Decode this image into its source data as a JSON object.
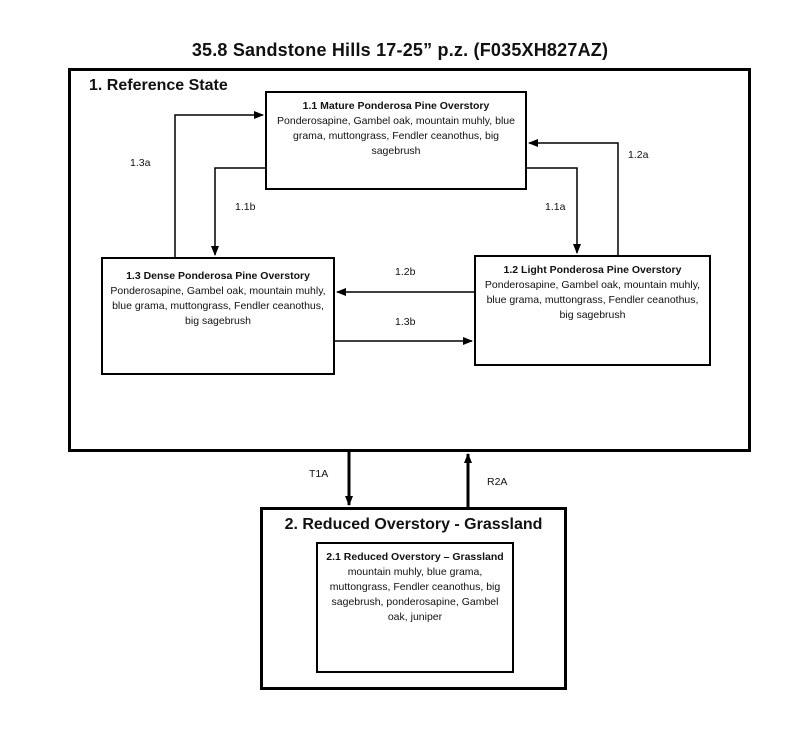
{
  "title": "35.8  Sandstone  Hills 17-25” p.z. (F035XH827AZ)",
  "states": {
    "reference": {
      "label": "1. Reference State"
    },
    "reduced": {
      "label": "2. Reduced Overstory - Grassland"
    }
  },
  "phases": {
    "p1_1": {
      "title": "1.1 Mature Ponderosa Pine Overstory",
      "species": "Ponderosapine, Gambel oak, mountain muhly, blue grama, muttongrass,  Fendler ceanothus, big sagebrush"
    },
    "p1_2": {
      "title": "1.2 Light Ponderosa Pine Overstory",
      "species": "Ponderosapine, Gambel oak, mountain muhly, blue grama, muttongrass, Fendler ceanothus, big sagebrush"
    },
    "p1_3": {
      "title": "1.3 Dense Ponderosa Pine Overstory",
      "species": "Ponderosapine, Gambel oak, mountain muhly, blue grama, muttongrass, Fendler ceanothus, big sagebrush"
    },
    "p2_1": {
      "title": "2.1 Reduced Overstory – Grassland",
      "species": "mountain muhly, blue grama, muttongrass, Fendler ceanothus, big sagebrush, ponderosapine, Gambel oak, juniper"
    }
  },
  "transitions": {
    "t1_3a": "1.3a",
    "t1_1b": "1.1b",
    "t1_1a": "1.1a",
    "t1_2a": "1.2a",
    "t1_2b": "1.2b",
    "t1_3b": "1.3b",
    "T1A": "T1A",
    "R2A": "R2A"
  }
}
